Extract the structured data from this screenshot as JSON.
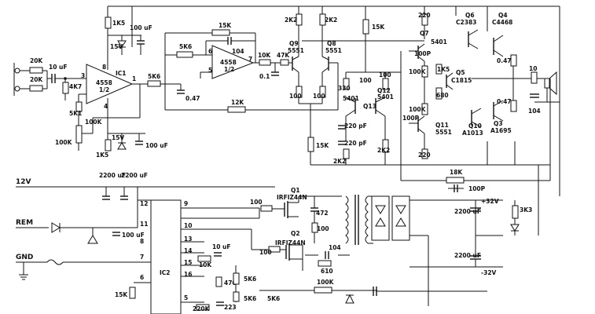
{
  "ics": {
    "ic1": {
      "name": "IC1",
      "model": "4558",
      "half": "1/2",
      "pin_in": "3",
      "pin_out": "1",
      "pin_v_plus": "8",
      "pin_v_minus": "4"
    },
    "ic1b": {
      "model": "4558",
      "half": "1/2",
      "pin_plus": "5",
      "pin_minus": "6",
      "pin_out": "7"
    },
    "ic2": {
      "name": "IC2",
      "pins": [
        "9",
        "10",
        "13",
        "14",
        "15",
        "16",
        "5",
        "12",
        "11",
        "8",
        "7",
        "6"
      ]
    }
  },
  "transistors": {
    "q1": {
      "name": "Q1",
      "model": "IRFIZ44N"
    },
    "q2": {
      "name": "Q2",
      "model": "IRFIZ44N"
    },
    "q3": {
      "name": "Q3",
      "model": "A1695"
    },
    "q4": {
      "name": "Q4",
      "model": "C4468"
    },
    "q5": {
      "name": "Q5",
      "model": "C1815"
    },
    "q6": {
      "name": "Q6",
      "model": "C2383"
    },
    "q7": {
      "name": "Q7",
      "model": "5401"
    },
    "q8": {
      "name": "Q8",
      "model": "5551"
    },
    "q9": {
      "name": "Q9",
      "model": "5551"
    },
    "q10": {
      "name": "Q10",
      "model": "A1013"
    },
    "q11": {
      "name": "Q11",
      "model": "5551"
    },
    "q12": {
      "name": "Q12",
      "model": "5401"
    },
    "q13": {
      "name": "Q13",
      "model": "5401"
    }
  },
  "resistors": {
    "r_in1": "20K",
    "r_in2": "20K",
    "r_4k7": "4K7",
    "r_1k5_top": "1K5",
    "r_5k1": "5K1",
    "r_pot": "100K",
    "r_pot_label": "100K",
    "r_1k5_bot": "1K5",
    "r_5k6_a": "5K6",
    "r_5k6_b": "5K6",
    "r_15k": "15K",
    "r_12k": "12K",
    "r_10k": "10K",
    "r_47k": "47K",
    "r_2k2_a": "2K2",
    "r_2k2_b": "2K2",
    "r_15k_b": "15K",
    "r_100_a": "100",
    "r_100_b": "100",
    "r_330": "330",
    "r_100_c": "100",
    "r_100_d": "100",
    "r_15k_c": "15K",
    "r_2k2_c": "2K2",
    "r_2k2_d": "2K2",
    "r_220_a": "220",
    "r_100k_a": "100K",
    "r_1k5_c": "1K5",
    "r_680": "680",
    "r_100k_b": "100K",
    "r_220_b": "220",
    "r_047_a": "0.47",
    "r_047_b": "0.47",
    "r_10": "10",
    "r_18k": "18K",
    "r_3k3": "3K3",
    "r_100_gate1": "100",
    "r_100_gate2": "100",
    "r_100_q": "100",
    "r_610": "610",
    "r_10k_ic2": "10K",
    "r_470": "470",
    "r_5k6_c": "5K6",
    "r_5k6_d": "5K6",
    "r_5k6_e": "5K6",
    "r_15k_ic2": "15K",
    "r_220k": "220K",
    "r_100k_fb": "100K"
  },
  "capacitors": {
    "c_10uf_in": "10 uF",
    "c_100uf_a": "100 uF",
    "c_100uf_b": "100 uF",
    "c_047": "0.47",
    "c_104_a": "104",
    "c_01": "0.1",
    "c_220pf_a": "220\npF",
    "c_220pf_b": "220\npF",
    "c_100p_a": "100P",
    "c_100p_b": "100P",
    "c_100p_c": "100P",
    "c_104_b": "104",
    "c_2200_a": "2200\nuF",
    "c_2200_b": "2200\nuF",
    "c_2200_pwr1": "2200\nuF",
    "c_2200_pwr2": "2200\nuF",
    "c_100_rem": "100\nuF",
    "c_472": "472",
    "c_104_c": "104",
    "c_10uf_ic2": "10 uF",
    "c_223": "223"
  },
  "diodes": {
    "z_15v_a": "15V",
    "z_15v_b": "15V"
  },
  "rails": {
    "v12": "12V",
    "rem": "REM",
    "gnd": "GND",
    "vpos": "+32V",
    "vneg": "-32V"
  }
}
